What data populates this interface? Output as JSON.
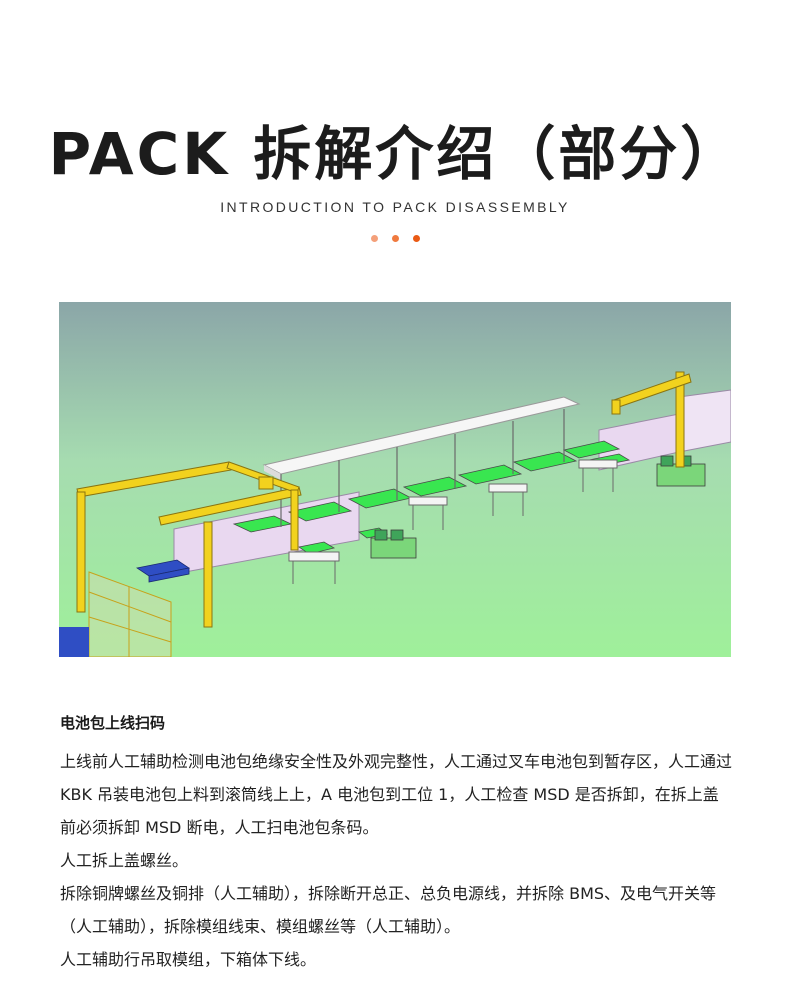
{
  "header": {
    "title": "PACK 拆解介绍（部分）",
    "subtitle": "INTRODUCTION TO PACK DISASSEMBLY"
  },
  "colors": {
    "accent_light": "#f4a07a",
    "accent_mid": "#f07a3f",
    "accent_dark": "#ea5a14",
    "conveyor_green": "#39e650",
    "frame_yellow": "#f2d21e",
    "cabinet_pink": "#e9d8f0",
    "sky_top": "#8ba6a8",
    "ground_green": "#9fef9a"
  },
  "section": {
    "heading": "电池包上线扫码",
    "paragraphs": [
      "上线前人工辅助检测电池包绝缘安全性及外观完整性，人工通过叉车电池包到暂存区，人工通过 KBK 吊装电池包上料到滚筒线上上，A 电池包到工位 1，人工检查 MSD 是否拆卸，在拆上盖前必须拆卸 MSD 断电，人工扫电池包条码。",
      "人工拆上盖螺丝。",
      "拆除铜牌螺丝及铜排（人工辅助），拆除断开总正、总负电源线，并拆除 BMS、及电气开关等（人工辅助），拆除模组线束、模组螺丝等（人工辅助）。",
      "人工辅助行吊取模组，下箱体下线。"
    ]
  }
}
